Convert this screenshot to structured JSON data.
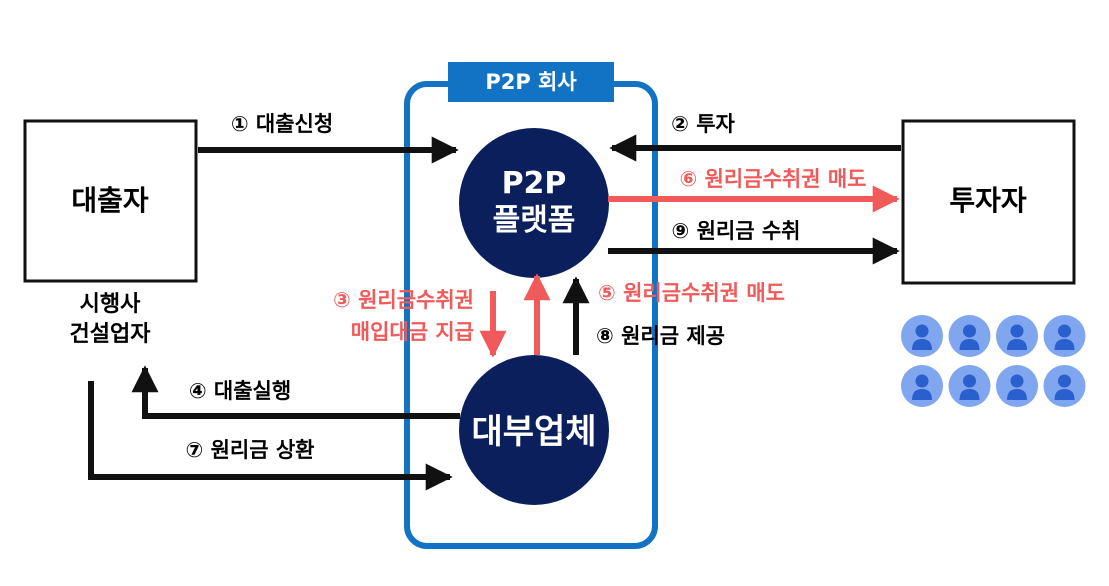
{
  "company": {
    "label": "P2P 회사"
  },
  "platform": {
    "line1": "P2P",
    "line2": "플랫폼"
  },
  "lender": {
    "label": "대부업체"
  },
  "borrower": {
    "label": "대출자",
    "sub1": "시행사",
    "sub2": "건설업자"
  },
  "investor": {
    "label": "투자자",
    "crowd_count": 8
  },
  "flows": {
    "f1": "① 대출신청",
    "f2": "② 투자",
    "f3a": "③ 원리금수취권",
    "f3b": "매입대금 지급",
    "f4": "④ 대출실행",
    "f5": "⑤ 원리금수취권 매도",
    "f6": "⑥ 원리금수취권 매도",
    "f7": "⑦ 원리금 상환",
    "f8": "⑧ 원리금 제공",
    "f9": "⑨ 원리금 수취"
  },
  "colors": {
    "navy": "#0a1f5c",
    "company_blue": "#1273c4",
    "highlight_red": "#f05a5a",
    "black": "#111111",
    "investor_icon_bg": "#7fa6ee",
    "investor_icon_fg": "#2a5fce"
  }
}
